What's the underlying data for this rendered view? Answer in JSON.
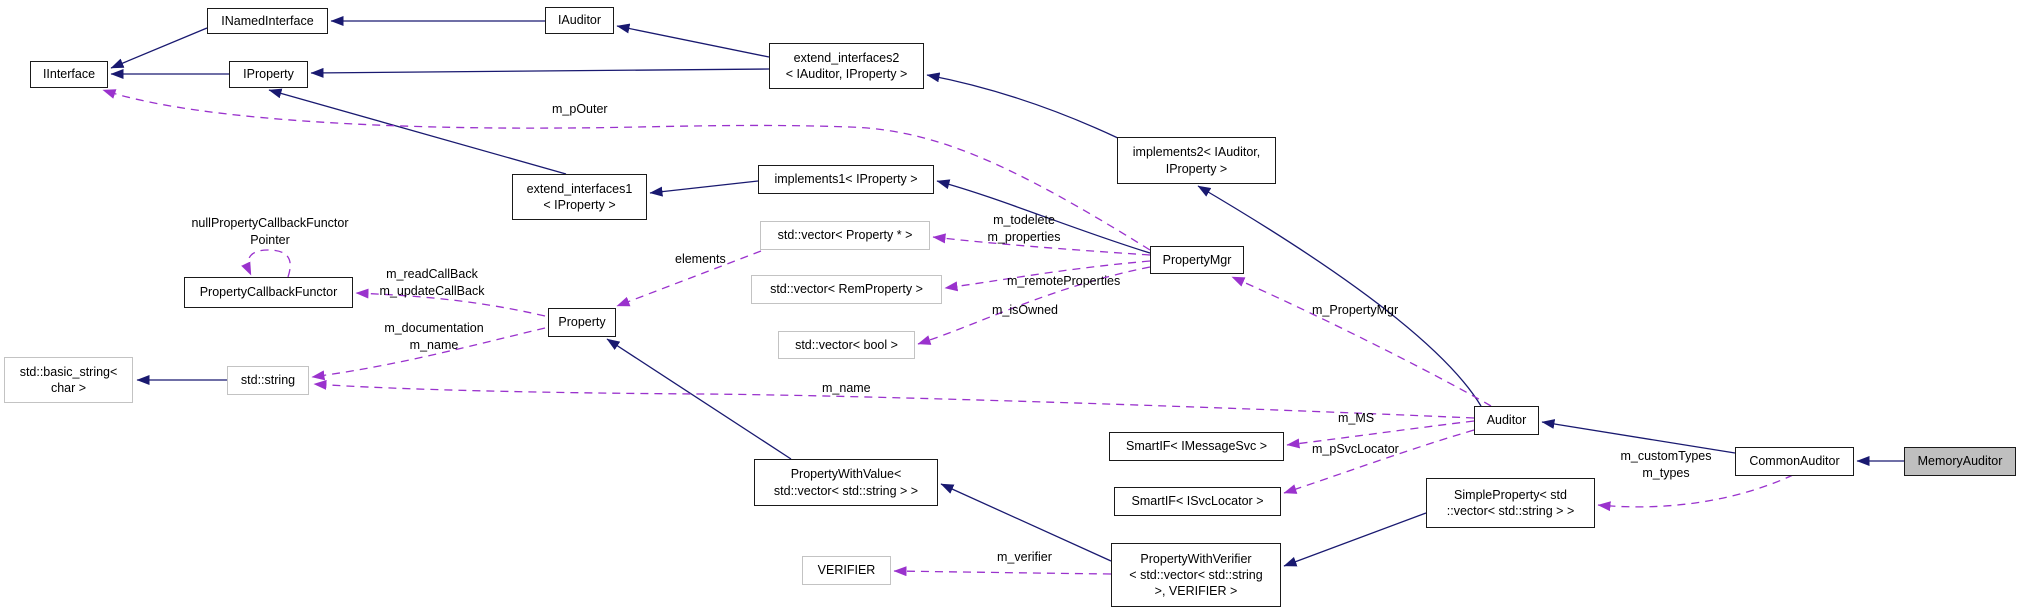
{
  "diagram_title": "Doxygen collaboration diagram for MemoryAuditor",
  "colors": {
    "edge-inherit": "#191970",
    "edge-use": "#9a32cd",
    "node-border": "#1a1a1a",
    "tpl-border": "#c3c3c3",
    "hi-fill": "#bfbfbf",
    "bg": "#ffffff"
  },
  "nodes": {
    "iinterface": {
      "label": "IInterface"
    },
    "inamedinterface": {
      "label": "INamedInterface"
    },
    "iproperty": {
      "label": "IProperty"
    },
    "iauditor": {
      "label": "IAuditor"
    },
    "extend_interfaces2": {
      "lines": [
        "extend_interfaces2",
        "< IAuditor, IProperty >"
      ]
    },
    "implements2": {
      "lines": [
        "implements2< IAuditor,",
        "IProperty >"
      ]
    },
    "extend_interfaces1": {
      "lines": [
        "extend_interfaces1",
        "< IProperty >"
      ]
    },
    "implements1": {
      "label": "implements1< IProperty >"
    },
    "vector_property_ptr": {
      "label": "std::vector< Property * >"
    },
    "vector_remproperty": {
      "label": "std::vector< RemProperty >"
    },
    "vector_bool": {
      "label": "std::vector< bool >"
    },
    "propertymgr": {
      "label": "PropertyMgr"
    },
    "propertycallbackfunctor": {
      "label": "PropertyCallbackFunctor"
    },
    "property": {
      "label": "Property"
    },
    "basic_string": {
      "lines": [
        "std::basic_string<",
        "char >"
      ]
    },
    "std_string": {
      "label": "std::string"
    },
    "propertywithvalue": {
      "lines": [
        "PropertyWithValue<",
        "std::vector< std::string > >"
      ]
    },
    "verifier": {
      "label": "VERIFIER"
    },
    "propertywithverifier": {
      "lines": [
        "PropertyWithVerifier",
        "< std::vector< std::string",
        ">, VERIFIER >"
      ]
    },
    "smartif_imessagesvc": {
      "label": "SmartIF< IMessageSvc >"
    },
    "smartif_isvclocator": {
      "label": "SmartIF< ISvcLocator >"
    },
    "simpleproperty": {
      "lines": [
        "SimpleProperty< std",
        "::vector< std::string > >"
      ]
    },
    "auditor": {
      "label": "Auditor"
    },
    "commonauditor": {
      "label": "CommonAuditor"
    },
    "memoryauditor": {
      "label": "MemoryAuditor"
    }
  },
  "edge_labels": {
    "m_pOuter": "m_pOuter",
    "m_todelete": "m_todelete",
    "m_properties": "m_properties",
    "m_remoteProperties": "m_remoteProperties",
    "m_isOwned": "m_isOwned",
    "elements": "elements",
    "m_readCallBack": "m_readCallBack",
    "m_updateCallBack": "m_updateCallBack",
    "m_documentation": "m_documentation",
    "m_name": "m_name",
    "m_PropertyMgr": "m_PropertyMgr",
    "m_MS": "m_MS",
    "m_pSvcLocator": "m_pSvcLocator",
    "m_customTypes": "m_customTypes",
    "m_types": "m_types",
    "m_verifier": "m_verifier",
    "nullPropertyCallbackFunctor_line1": "nullPropertyCallbackFunctor",
    "nullPropertyCallbackFunctor_line2": "Pointer"
  }
}
